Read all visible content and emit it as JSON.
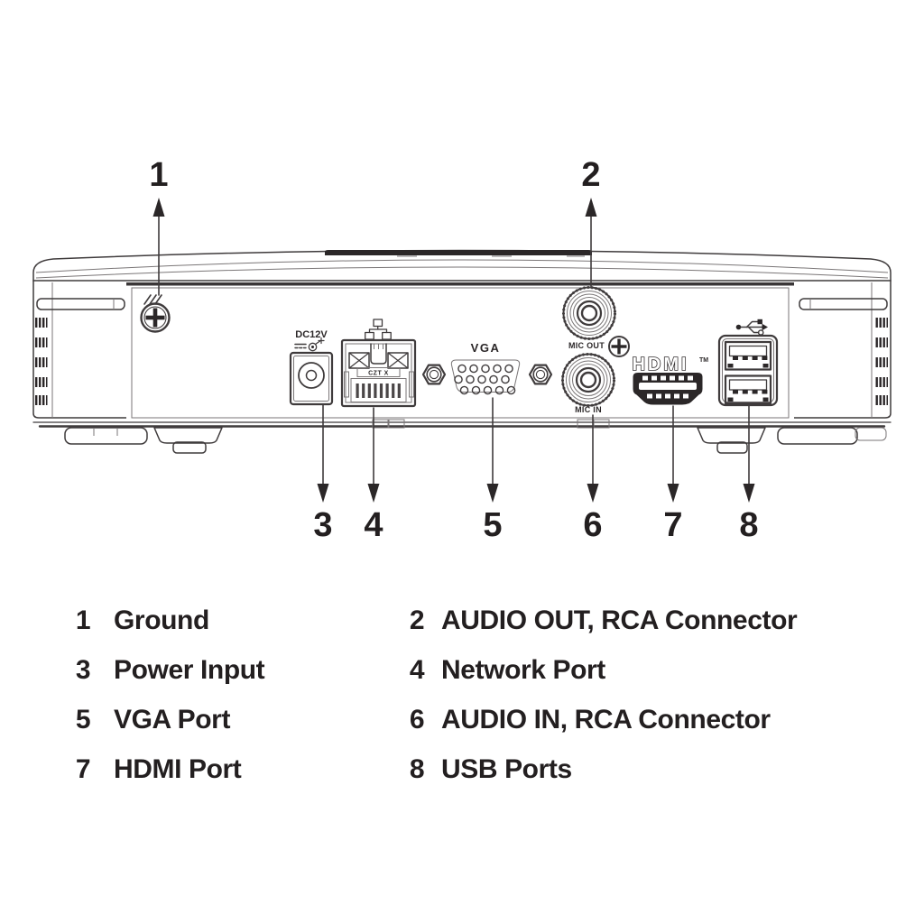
{
  "figure": {
    "callout_numbers": [
      "1",
      "2",
      "3",
      "4",
      "5",
      "6",
      "7",
      "8"
    ],
    "port_labels": {
      "power": "DC12V",
      "vga": "VGA",
      "audio_out": "MIC OUT",
      "audio_in": "MIC IN",
      "hdmi": "HDMI",
      "hdmi_tm": "TM",
      "network_jack": "CZT X"
    }
  },
  "legend": {
    "items": [
      {
        "num": "1",
        "label": "Ground"
      },
      {
        "num": "2",
        "label": "AUDIO OUT, RCA Connector"
      },
      {
        "num": "3",
        "label": "Power Input"
      },
      {
        "num": "4",
        "label": "Network Port"
      },
      {
        "num": "5",
        "label": "VGA Port"
      },
      {
        "num": "6",
        "label": "AUDIO IN, RCA Connector"
      },
      {
        "num": "7",
        "label": "HDMI Port"
      },
      {
        "num": "8",
        "label": "USB Ports"
      }
    ]
  },
  "colors": {
    "line": "#3f3b3c",
    "dark": "#2b2728",
    "text": "#231f20",
    "background": "#ffffff"
  }
}
